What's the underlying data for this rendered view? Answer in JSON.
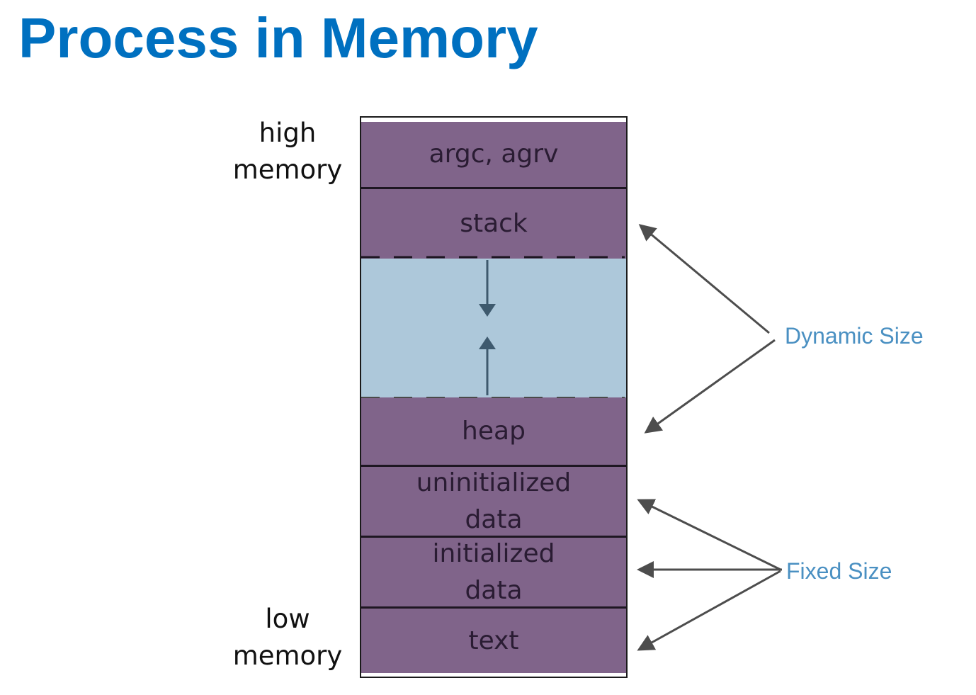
{
  "title": "Process in Memory",
  "address_labels": {
    "high": "high\nmemory",
    "low": "low\nmemory"
  },
  "segments": [
    {
      "id": "args",
      "label": "argc, agrv"
    },
    {
      "id": "stack",
      "label": "stack"
    },
    {
      "id": "free",
      "label": ""
    },
    {
      "id": "heap",
      "label": "heap"
    },
    {
      "id": "bss",
      "label": "uninitialized\ndata"
    },
    {
      "id": "data",
      "label": "initialized\ndata"
    },
    {
      "id": "text",
      "label": "text"
    }
  ],
  "callouts": {
    "dynamic": "Dynamic Size",
    "fixed": "Fixed Size"
  },
  "colors": {
    "title": "#0070c0",
    "segment_fill": "#80648a",
    "free_space_fill": "#adc8da",
    "callout_text": "#4a90c2",
    "arrow": "#4d4d4d",
    "growth_arrow": "#3e5a6e"
  }
}
